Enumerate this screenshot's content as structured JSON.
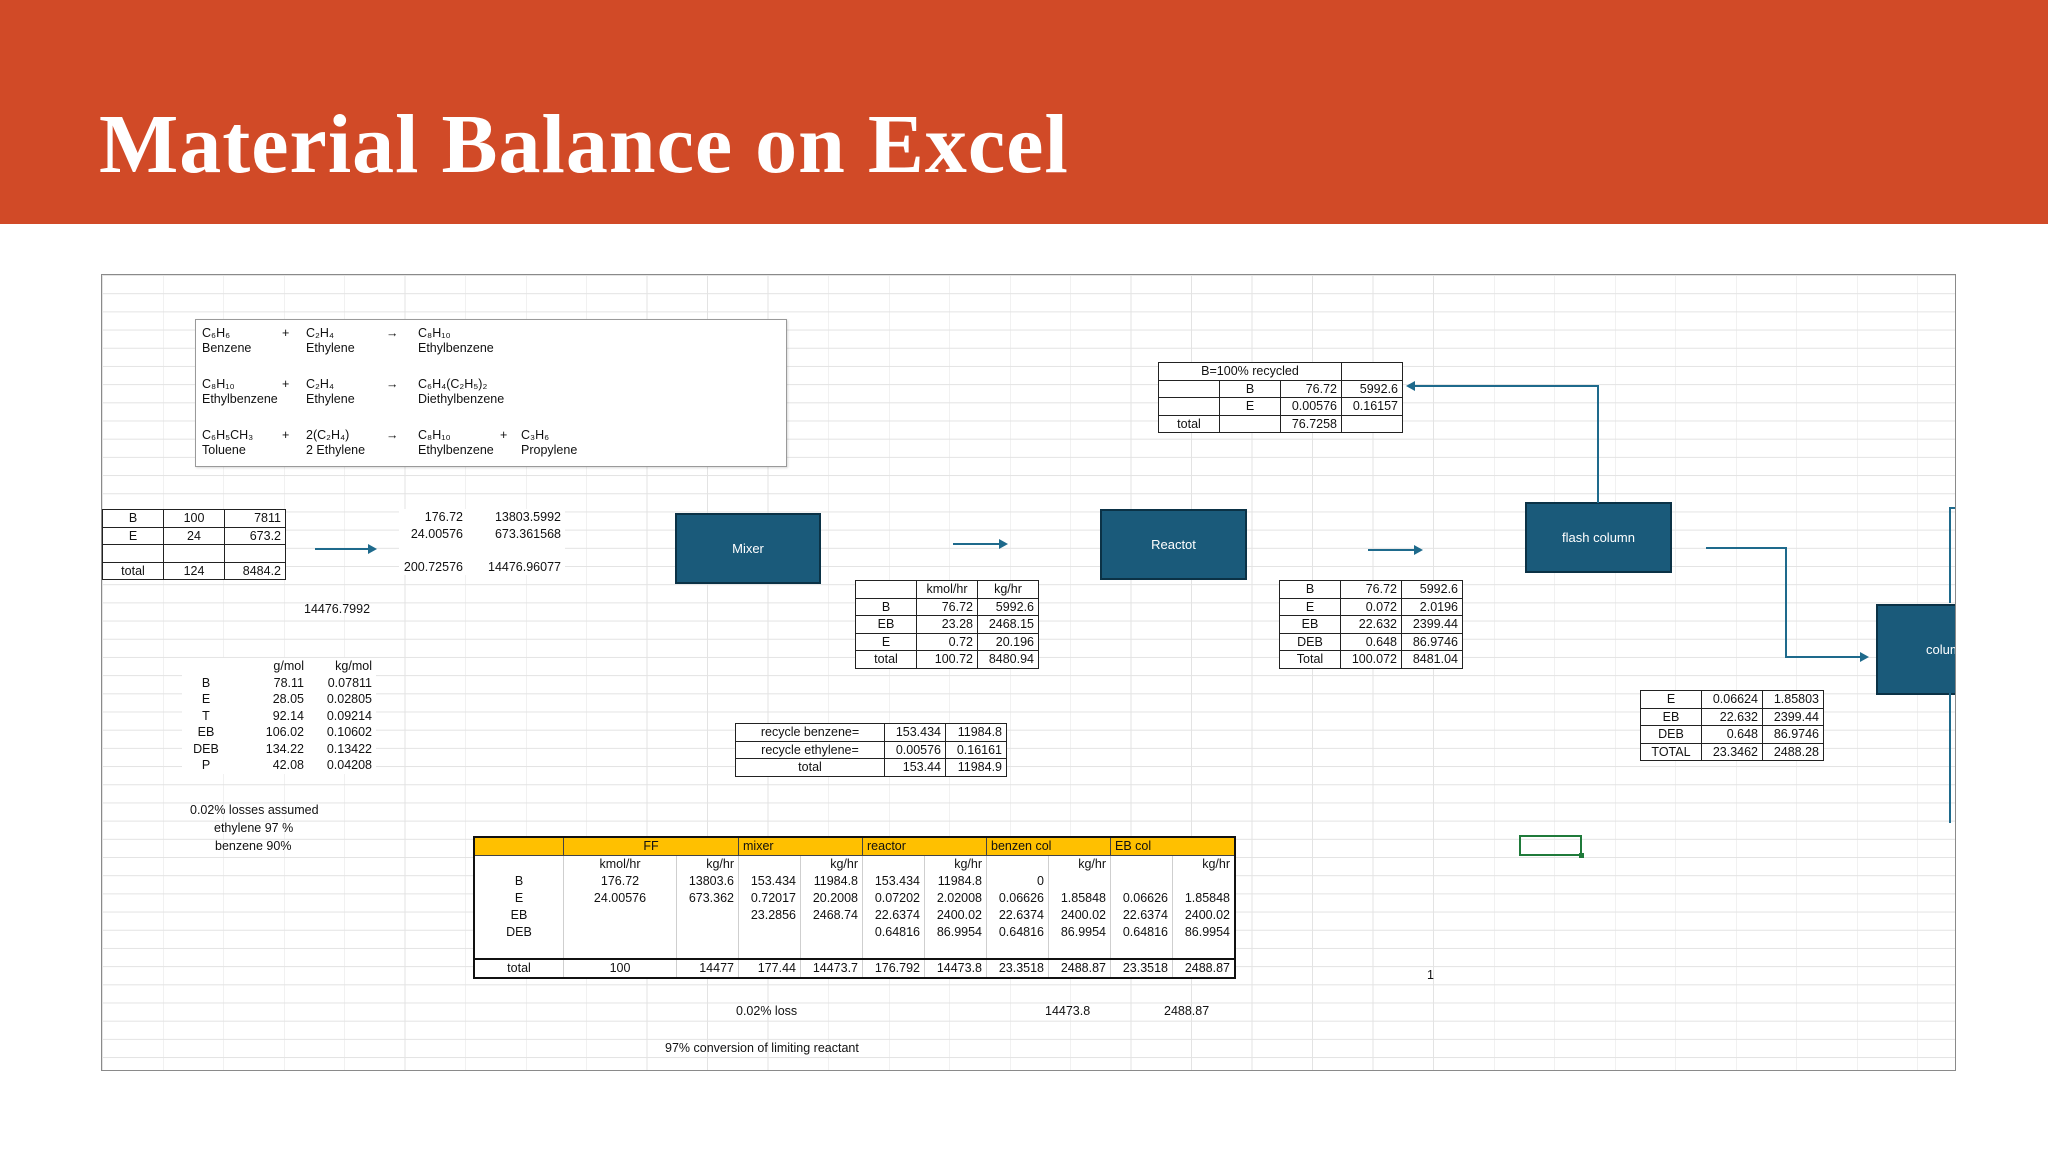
{
  "slide": {
    "title": "Material Balance on Excel"
  },
  "reactions": [
    {
      "a_f": "C₆H₆",
      "a_n": "Benzene",
      "op1": "+",
      "b_f": "C₂H₄",
      "b_n": "Ethylene",
      "arrow": "→",
      "c_f": "C₈H₁₀",
      "c_n": "Ethylbenzene",
      "op2": "",
      "d_f": "",
      "d_n": ""
    },
    {
      "a_f": "C₈H₁₀",
      "a_n": "Ethylbenzene",
      "op1": "+",
      "b_f": "C₂H₄",
      "b_n": "Ethylene",
      "arrow": "→",
      "c_f": "C₆H₄(C₂H₅)₂",
      "c_n": "Diethylbenzene",
      "op2": "",
      "d_f": "",
      "d_n": ""
    },
    {
      "a_f": "C₆H₅CH₃",
      "a_n": "Toluene",
      "op1": "+",
      "b_f": "2(C₂H₄)",
      "b_n": "2 Ethylene",
      "arrow": "→",
      "c_f": "C₈H₁₀",
      "c_n": "Ethylbenzene",
      "op2": "+",
      "d_f": "C₃H₆",
      "d_n": "Propylene"
    }
  ],
  "feed": {
    "rows": [
      [
        "B",
        "100",
        "7811"
      ],
      [
        "E",
        "24",
        "673.2"
      ],
      [
        "",
        "",
        ""
      ],
      [
        "total",
        "124",
        "8484.2"
      ]
    ],
    "right": [
      [
        "176.72",
        "13803.5992"
      ],
      [
        "24.00576",
        "673.361568"
      ],
      [
        "",
        ""
      ],
      [
        "200.72576",
        "14476.96077"
      ]
    ],
    "sum": "14476.7992"
  },
  "molar_mass": {
    "headers": [
      "g/mol",
      "kg/mol"
    ],
    "rows": [
      [
        "B",
        "78.11",
        "0.07811"
      ],
      [
        "E",
        "28.05",
        "0.02805"
      ],
      [
        "T",
        "92.14",
        "0.09214"
      ],
      [
        "EB",
        "106.02",
        "0.10602"
      ],
      [
        "DEB",
        "134.22",
        "0.13422"
      ],
      [
        "P",
        "42.08",
        "0.04208"
      ]
    ]
  },
  "notes": {
    "losses": "0.02% losses assumed",
    "ethylene": "ethylene 97 %",
    "benzene": "benzene 90%",
    "loss": "0.02% loss",
    "conversion": "97% conversion of limiting reactant",
    "one": "1"
  },
  "units": {
    "mixer": "Mixer",
    "reactor": "Reactot",
    "flash": "flash column",
    "column": "colum"
  },
  "mixer_out": {
    "headers": [
      "",
      "kmol/hr",
      "kg/hr"
    ],
    "rows": [
      [
        "B",
        "76.72",
        "5992.6"
      ],
      [
        "EB",
        "23.28",
        "2468.15"
      ],
      [
        "E",
        "0.72",
        "20.196"
      ],
      [
        "total",
        "100.72",
        "8480.94"
      ]
    ]
  },
  "reactor_out": {
    "rows": [
      [
        "B",
        "76.72",
        "5992.6"
      ],
      [
        "E",
        "0.072",
        "2.0196"
      ],
      [
        "EB",
        "22.632",
        "2399.44"
      ],
      [
        "DEB",
        "0.648",
        "86.9746"
      ],
      [
        "Total",
        "100.072",
        "8481.04"
      ]
    ]
  },
  "recycle_top": {
    "header": "B=100% recycled",
    "rows": [
      [
        "B",
        "76.72",
        "5992.6"
      ],
      [
        "E",
        "0.00576",
        "0.16157"
      ],
      [
        "total",
        "76.7258",
        ""
      ]
    ]
  },
  "recycle_mid": {
    "rows": [
      [
        "recycle benzene=",
        "153.434",
        "11984.8"
      ],
      [
        "recycle ethylene=",
        "0.00576",
        "0.16161"
      ],
      [
        "total",
        "153.44",
        "11984.9"
      ]
    ]
  },
  "flash_bottom": {
    "rows": [
      [
        "E",
        "0.06624",
        "1.85803"
      ],
      [
        "EB",
        "22.632",
        "2399.44"
      ],
      [
        "DEB",
        "0.648",
        "86.9746"
      ],
      [
        "TOTAL",
        "23.3462",
        "2488.28"
      ]
    ]
  },
  "summary": {
    "groups": [
      "FF",
      "mixer",
      "reactor",
      "benzen col",
      "EB col"
    ],
    "subheaders": [
      "",
      "kmol/hr",
      "kg/hr",
      "",
      "kg/hr",
      "",
      "kg/hr",
      "",
      "kg/hr",
      "",
      "kg/hr"
    ],
    "rows": [
      [
        "B",
        "176.72",
        "13803.6",
        "153.434",
        "11984.8",
        "153.434",
        "11984.8",
        "0",
        "",
        "",
        ""
      ],
      [
        "E",
        "24.00576",
        "673.362",
        "0.72017",
        "20.2008",
        "0.07202",
        "2.02008",
        "0.06626",
        "1.85848",
        "0.06626",
        "1.85848"
      ],
      [
        "EB",
        "",
        "",
        "23.2856",
        "2468.74",
        "22.6374",
        "2400.02",
        "22.6374",
        "2400.02",
        "22.6374",
        "2400.02"
      ],
      [
        "DEB",
        "",
        "",
        "",
        "",
        "0.64816",
        "86.9954",
        "0.64816",
        "86.9954",
        "0.64816",
        "86.9954"
      ],
      [
        "",
        "",
        "",
        "",
        "",
        "",
        "",
        "",
        "",
        "",
        ""
      ],
      [
        "total",
        "100",
        "14477",
        "177.44",
        "14473.7",
        "176.792",
        "14473.8",
        "23.3518",
        "2488.87",
        "23.3518",
        "2488.87"
      ]
    ],
    "below_reactor": "14473.8",
    "below_eb": "2488.87"
  }
}
